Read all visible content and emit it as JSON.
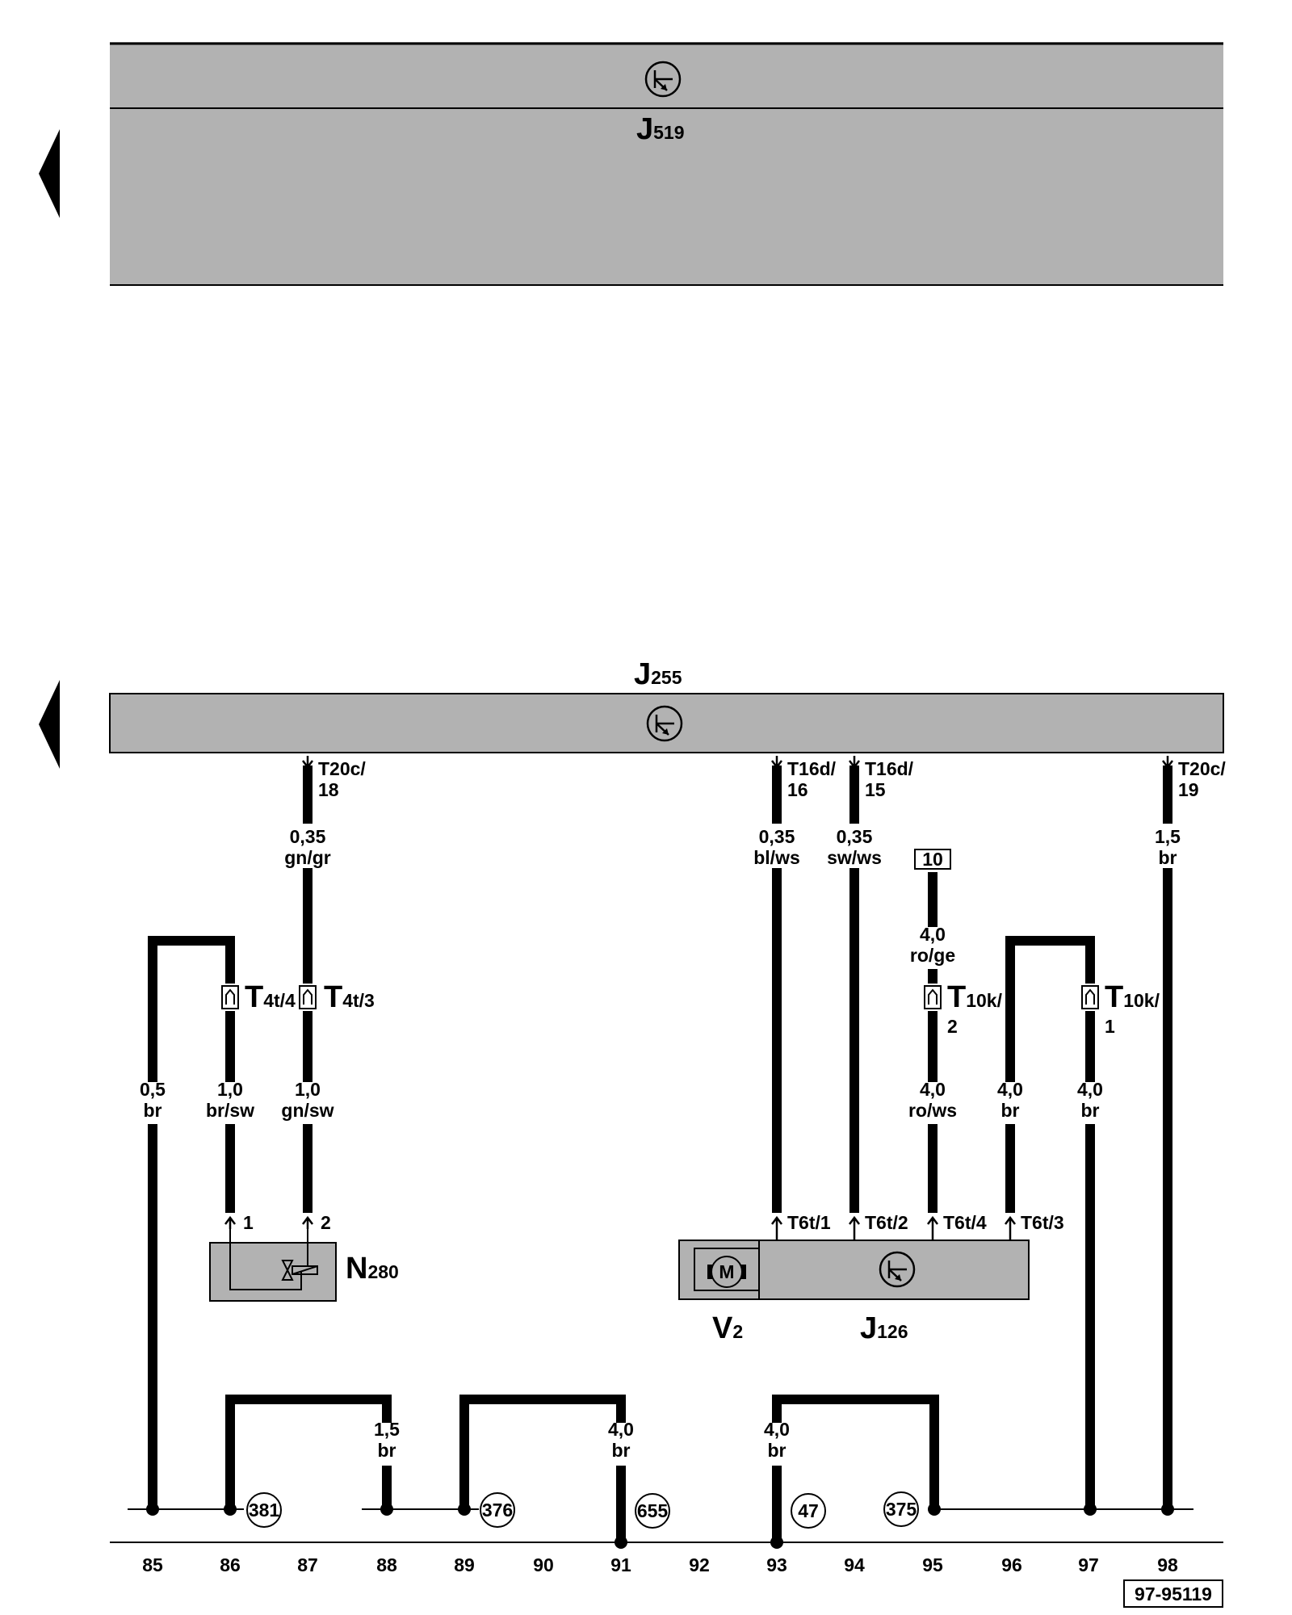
{
  "modules": {
    "j519": {
      "name": "J",
      "sub": "519"
    },
    "j255": {
      "name": "J",
      "sub": "255"
    },
    "n280": {
      "name": "N",
      "sub": "280"
    },
    "v2": {
      "name": "V",
      "sub": "2"
    },
    "j126": {
      "name": "J",
      "sub": "126"
    }
  },
  "pins_top": [
    {
      "line1": "T20c/",
      "line2": "18"
    },
    {
      "line1": "T16d/",
      "line2": "16"
    },
    {
      "line1": "T16d/",
      "line2": "15"
    },
    {
      "line1": "T20c/",
      "line2": "19"
    }
  ],
  "wires": [
    {
      "size": "0,35",
      "color": "gn/gr"
    },
    {
      "size": "0,35",
      "color": "bl/ws"
    },
    {
      "size": "0,35",
      "color": "sw/ws"
    },
    {
      "size": "1,5",
      "color": "br"
    },
    {
      "size": "4,0",
      "color": "ro/ge"
    },
    {
      "size": "0,5",
      "color": "br"
    },
    {
      "size": "1,0",
      "color": "br/sw"
    },
    {
      "size": "1,0",
      "color": "gn/sw"
    },
    {
      "size": "4,0",
      "color": "ro/ws"
    },
    {
      "size": "4,0",
      "color": "br"
    },
    {
      "size": "4,0",
      "color": "br"
    },
    {
      "size": "1,5",
      "color": "br"
    },
    {
      "size": "4,0",
      "color": "br"
    },
    {
      "size": "4,0",
      "color": "br"
    }
  ],
  "connectors": {
    "t4t4": {
      "name": "T",
      "sub": "4t/4"
    },
    "t4t3": {
      "name": "T",
      "sub": "4t/3"
    },
    "t10k2": {
      "name": "T",
      "sub": "10k/",
      "pin": "2"
    },
    "t10k1": {
      "name": "T",
      "sub": "10k/",
      "pin": "1"
    }
  },
  "box_ref": "10",
  "n280_pins": [
    "1",
    "2"
  ],
  "j126_pins": [
    "T6t/1",
    "T6t/2",
    "T6t/4",
    "T6t/3"
  ],
  "motor_label": "M",
  "ground_points": [
    "381",
    "376",
    "655",
    "47",
    "375"
  ],
  "track_numbers": [
    "85",
    "86",
    "87",
    "88",
    "89",
    "90",
    "91",
    "92",
    "93",
    "94",
    "95",
    "96",
    "97",
    "98"
  ],
  "figure_id": "97-95119"
}
